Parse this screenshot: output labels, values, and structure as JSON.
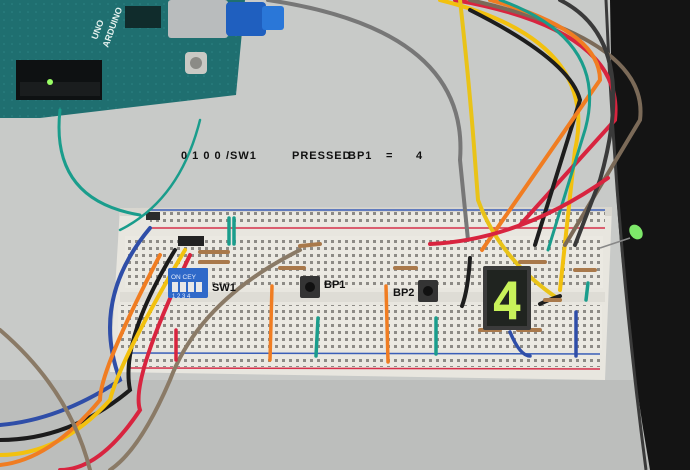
{
  "caption": {
    "bits": "0 1 0 0",
    "switch_ref": "/SW1",
    "pressed_text": "PRESSED",
    "button_ref": "BP1",
    "equals": "=",
    "result": "4"
  },
  "labels": {
    "sw1": "SW1",
    "bp1": "BP1",
    "bp2": "BP2"
  },
  "dip_switch": {
    "top_text": "ON CEY",
    "numbers": "1 2 3 4"
  },
  "display": {
    "digit": "4",
    "segment_color": "#c8f25a"
  },
  "board": {
    "brand": "UNO",
    "logo_text": "ARDUINO"
  },
  "colors": {
    "arduino_pcb": "#1f6f70",
    "breadboard": "#e9e7e0",
    "wall": "#c9cbc9",
    "monitor": "#121212",
    "rail_red": "#d6304a",
    "rail_blue": "#3a5fb8"
  }
}
